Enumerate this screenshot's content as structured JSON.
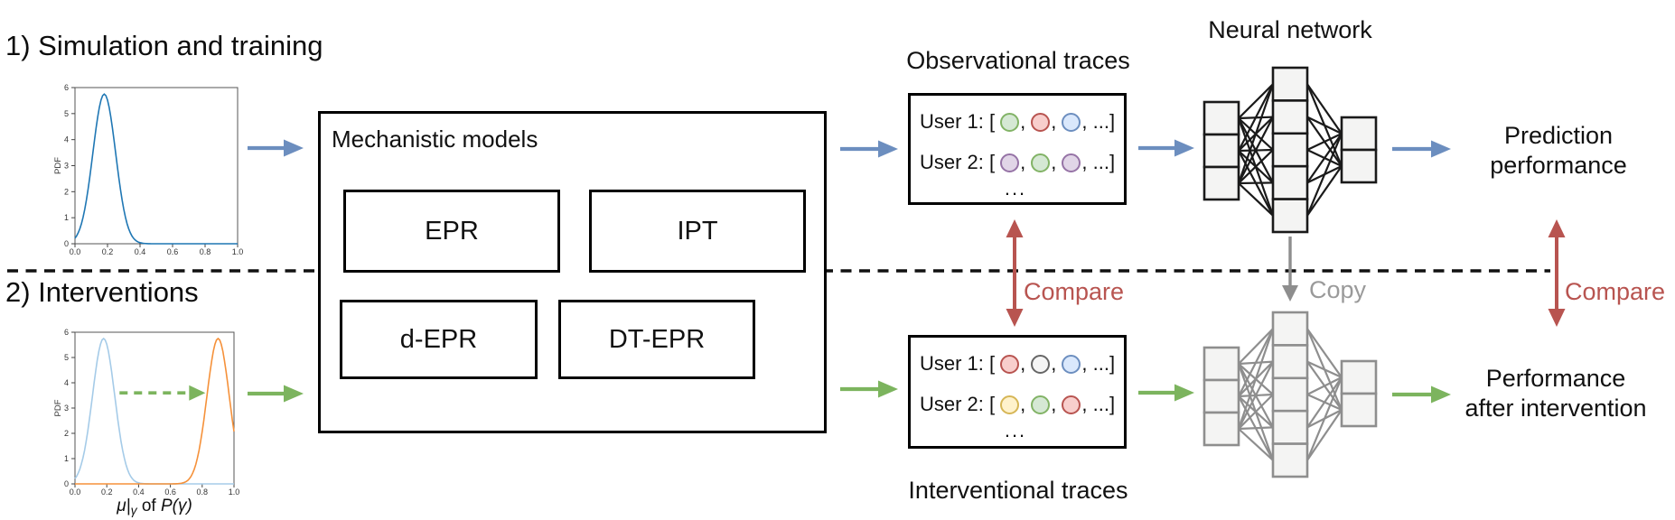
{
  "section1_title": "1) Simulation and training",
  "section2_title": "2) Interventions",
  "mechanistic": {
    "title": "Mechanistic models",
    "models": [
      "EPR",
      "IPT",
      "d-EPR",
      "DT-EPR"
    ]
  },
  "observational": {
    "title": "Observational traces",
    "rows": [
      {
        "prefix": "User 1: [",
        "dots": [
          "green",
          "red",
          "blue"
        ]
      },
      {
        "prefix": "User 2: [",
        "dots": [
          "purple",
          "green",
          "purple"
        ]
      }
    ],
    "separator": ",",
    "row_suffix": ", ...]",
    "ellipsis": "..."
  },
  "interventional": {
    "title": "Interventional traces",
    "rows": [
      {
        "prefix": "User 1: [",
        "dots": [
          "red",
          "gray",
          "blue"
        ]
      },
      {
        "prefix": "User 2: [",
        "dots": [
          "yellow",
          "green",
          "red"
        ]
      }
    ],
    "separator": ",",
    "row_suffix": ", ...]",
    "ellipsis": "..."
  },
  "neural_network": {
    "title": "Neural network",
    "layers": [
      3,
      5,
      2
    ],
    "copy_label": "Copy"
  },
  "prediction": {
    "line1": "Prediction",
    "line2": "performance"
  },
  "after_intervention": {
    "line1": "Performance",
    "line2": "after intervention"
  },
  "compare_label": "Compare",
  "dot_palette": {
    "green": {
      "fill": "#d5e8d4",
      "stroke": "#82b366"
    },
    "red": {
      "fill": "#f8cecc",
      "stroke": "#b85450"
    },
    "blue": {
      "fill": "#dae8fc",
      "stroke": "#6c8ebf"
    },
    "purple": {
      "fill": "#e1d5e7",
      "stroke": "#9673a6"
    },
    "yellow": {
      "fill": "#fff2cc",
      "stroke": "#d6b656"
    },
    "gray": {
      "fill": "#f5f5f5",
      "stroke": "#666666"
    }
  },
  "colors": {
    "arrow_blue": "#6c8ebf",
    "arrow_green": "#7cb45e",
    "compare_red": "#b85450",
    "copy_gray": "#9a9a9a",
    "nn_dark": "#1a1a1a",
    "nn_gray": "#8e8e8e",
    "node_fill": "#f4f4f3",
    "dashed_line": "#111111"
  },
  "chart_data": [
    {
      "type": "line",
      "title": "",
      "ylabel": "PDF",
      "xlabel": "",
      "xticks": [
        "0.0",
        "0.2",
        "0.4",
        "0.6",
        "0.8",
        "1.0"
      ],
      "yticks": [
        "0",
        "1",
        "2",
        "3",
        "4",
        "5",
        "6"
      ],
      "xlim": [
        0,
        1
      ],
      "ylim": [
        0,
        6
      ],
      "series": [
        {
          "shape": "gaussian",
          "mu": 0.18,
          "sigma": 0.07,
          "peak": 5.75,
          "color": "#1f77b4"
        }
      ]
    },
    {
      "type": "line",
      "title": "",
      "ylabel": "PDF",
      "xlabel_parts": {
        "pre": "μ|",
        "sub": "γ",
        "mid": " of ",
        "post": "P(γ)"
      },
      "xticks": [
        "0.0",
        "0.2",
        "0.4",
        "0.6",
        "0.8",
        "1.0"
      ],
      "yticks": [
        "0",
        "1",
        "2",
        "3",
        "4",
        "5",
        "6"
      ],
      "xlim": [
        0,
        1
      ],
      "ylim": [
        0,
        6
      ],
      "series": [
        {
          "shape": "gaussian",
          "mu": 0.18,
          "sigma": 0.07,
          "peak": 5.75,
          "color": "#a5cbe8"
        },
        {
          "shape": "gaussian",
          "mu": 0.9,
          "sigma": 0.07,
          "peak": 5.75,
          "color": "#f5913a"
        }
      ],
      "annotation_arrow": {
        "from_x": 0.28,
        "to_x": 0.82,
        "at_y": 3.6,
        "style": "dashed",
        "color": "#7cb45e"
      }
    }
  ]
}
